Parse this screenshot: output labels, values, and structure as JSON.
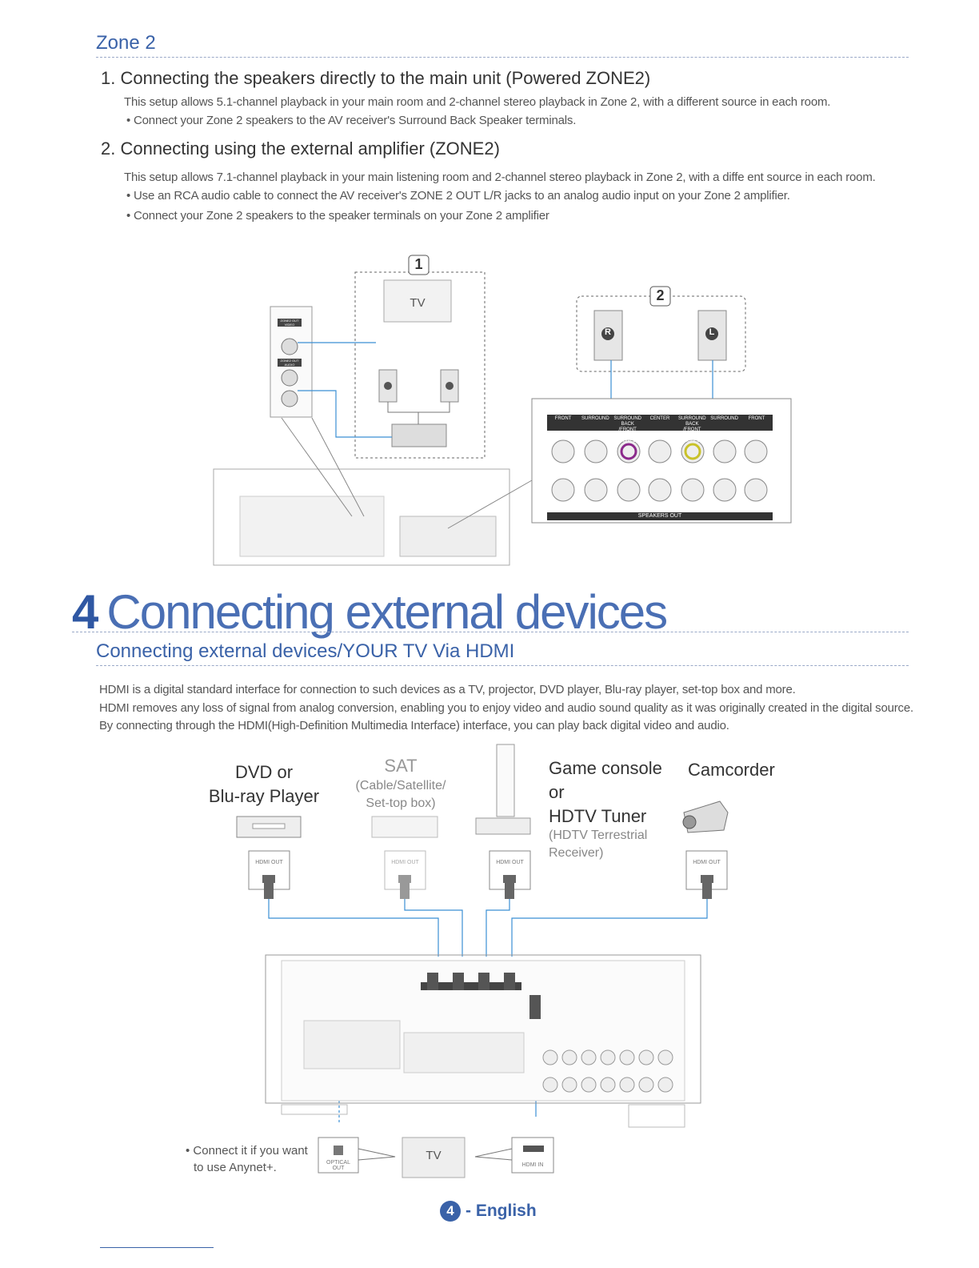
{
  "zone2": {
    "title": "Zone 2",
    "section1": {
      "heading": "1. Connecting the speakers directly to the main unit (Powered ZONE2)",
      "intro": "This setup allows 5.1-channel playback in your main room and 2-channel stereo playback in Zone 2, with a different source in each room.",
      "bullets": [
        "Connect your Zone 2 speakers to the AV receiver's Surround Back Speaker terminals."
      ]
    },
    "section2": {
      "heading": "2. Connecting using the external amplifier (ZONE2)",
      "intro": "This setup allows 7.1-channel playback in your main listening room and 2-channel stereo playback in Zone 2, with a diffe ent source in each room.",
      "bullets": [
        "Use an RCA audio cable to connect the AV receiver's ZONE 2 OUT L/R jacks to an analog audio input on your Zone 2 amplifier.",
        "Connect your Zone 2 speakers to the speaker terminals on your Zone 2 amplifier"
      ]
    },
    "diagram": {
      "badge1": "1",
      "badge2": "2",
      "tv": "TV",
      "speaker_r": "R",
      "speaker_l": "L",
      "panel_labels": [
        "FRONT",
        "SURROUND",
        "SURROUND BACK /FRONT HEIGHT (ZONE2)",
        "CENTER",
        "SURROUND BACK /FRONT HEIGHT (ZONE2)",
        "SURROUND",
        "FRONT"
      ],
      "speakers_out": "SPEAKERS OUT",
      "zone2_out_video": "ZONE2 OUT VIDEO",
      "zone2_out_audio": "ZONE2 OUT AUDIO"
    }
  },
  "chapter": {
    "number": "4",
    "title": "Connecting external devices"
  },
  "hdmi": {
    "subtitle": "Connecting external devices/YOUR TV Via HDMI",
    "paragraphs": [
      "HDMI is a digital standard interface for connection to such devices as a TV, projector, DVD player, Blu-ray player, set-top box and more.",
      "HDMI removes any loss of signal from analog conversion, enabling you to enjoy video and audio sound quality as it was originally created in the digital source.",
      "By connecting through the HDMI(High-Definition Multimedia Interface) interface, you can play back digital video and audio."
    ],
    "devices": {
      "dvd_line1": "DVD or",
      "dvd_line2": "Blu-ray Player",
      "sat_line1": "SAT",
      "sat_line2": "(Cable/Satellite/",
      "sat_line3": "Set-top box)",
      "game_line1": "Game console",
      "game_line2": "or",
      "game_line3": "HDTV Tuner",
      "game_line4": "(HDTV Terrestrial",
      "game_line5": "Receiver)",
      "camcorder": "Camcorder"
    },
    "hdmi_out": "HDMI OUT",
    "hdmi_in": "HDMI IN",
    "optical_out_1": "OPTICAL",
    "optical_out_2": "OUT",
    "tv": "TV",
    "note_line1": "• Connect it if you want",
    "note_line2": "to use Anynet+."
  },
  "footer": {
    "page": "4",
    "language": "- English"
  },
  "colors": {
    "accent": "#3a62a8",
    "cable": "#3b8fd4"
  }
}
